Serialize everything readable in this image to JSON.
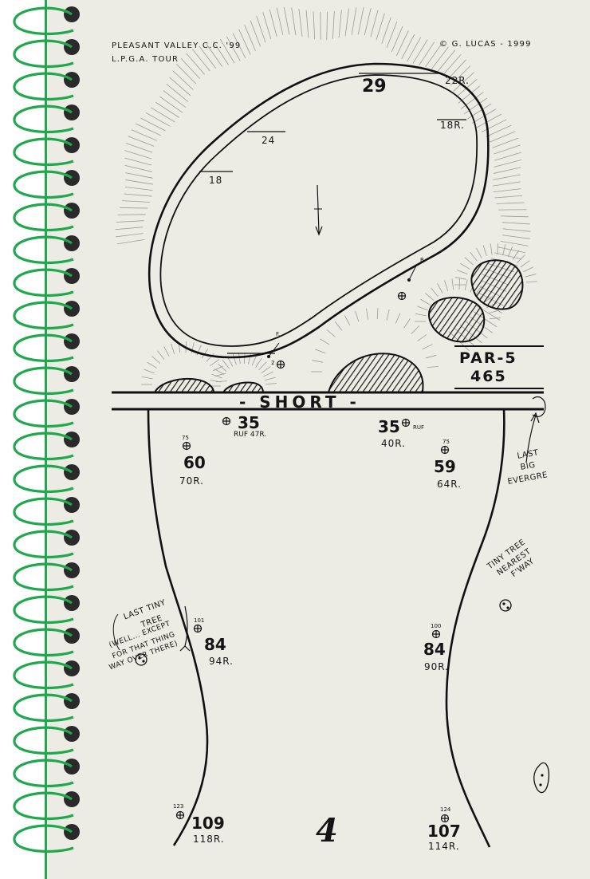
{
  "header": {
    "course": "PLEASANT VALLEY C.C. '99",
    "tour": "L.P.G.A. TOUR",
    "copyright": "© G. LUCAS - 1999"
  },
  "green": {
    "depth": "29",
    "back_right": "22R.",
    "right": "18R.",
    "left_mid": "24",
    "left_front": "18",
    "right_marker": "R.",
    "front_marker": "F.",
    "front_dist": "2"
  },
  "hole": {
    "par": "PAR-5",
    "yardage": "465",
    "number": "4"
  },
  "short_label": "- SHORT -",
  "yardages": {
    "left_35": "35",
    "left_35_sub": "RUF 47R.",
    "right_35": "35",
    "right_35_sub": "40R.",
    "right_35_ruf": "RUF",
    "left_60": "60",
    "left_60_sub": "70R.",
    "left_60_top": "75",
    "right_59": "59",
    "right_59_sub": "64R.",
    "right_59_top": "75",
    "left_84": "84",
    "left_84_sub": "94R.",
    "left_84_top": "101",
    "right_84": "84",
    "right_84_sub": "90R.",
    "right_84_top": "100",
    "left_109": "109",
    "left_109_sub": "118R.",
    "left_109_top": "123",
    "right_107": "107",
    "right_107_sub": "114R.",
    "right_107_top": "124"
  },
  "notes": {
    "last_big_1": "LAST",
    "last_big_2": "BIG",
    "last_big_3": "EVERGRE",
    "tiny_tree_1": "TINY TREE",
    "tiny_tree_2": "NEAREST",
    "tiny_tree_3": "F'WAY",
    "last_tiny_1": "LAST TINY",
    "last_tiny_2": "TREE",
    "last_tiny_3": "(WELL... EXCEPT",
    "last_tiny_4": "FOR THAT THING",
    "last_tiny_5": "WAY OVER THERE)"
  },
  "colors": {
    "paper": "#ecebe4",
    "ink": "#141414",
    "spiral": "#1fa84d",
    "hole_punch": "#2a2a2a"
  }
}
